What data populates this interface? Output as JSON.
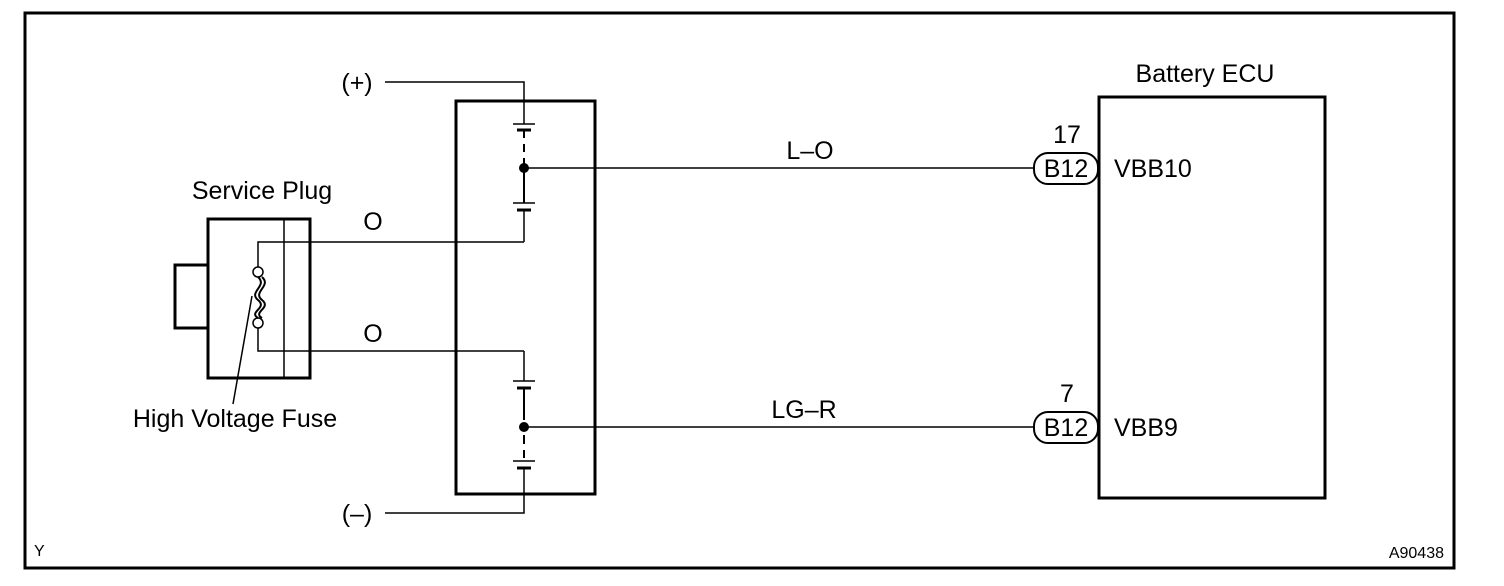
{
  "labels": {
    "battery_ecu": "Battery ECU",
    "plus": "(+)",
    "minus": "(–)",
    "service_plug": "Service Plug",
    "high_voltage_fuse": "High Voltage Fuse",
    "wire_upper_plug": "O",
    "wire_lower_plug": "O",
    "wire_vbb10": "L–O",
    "wire_vbb9": "LG–R",
    "pin_vbb10": "17",
    "pin_vbb9": "7",
    "connector_vbb10": "B12",
    "connector_vbb9": "B12",
    "terminal_vbb10": "VBB10",
    "terminal_vbb9": "VBB9",
    "corner_code": "Y",
    "figure_id": "A90438"
  }
}
